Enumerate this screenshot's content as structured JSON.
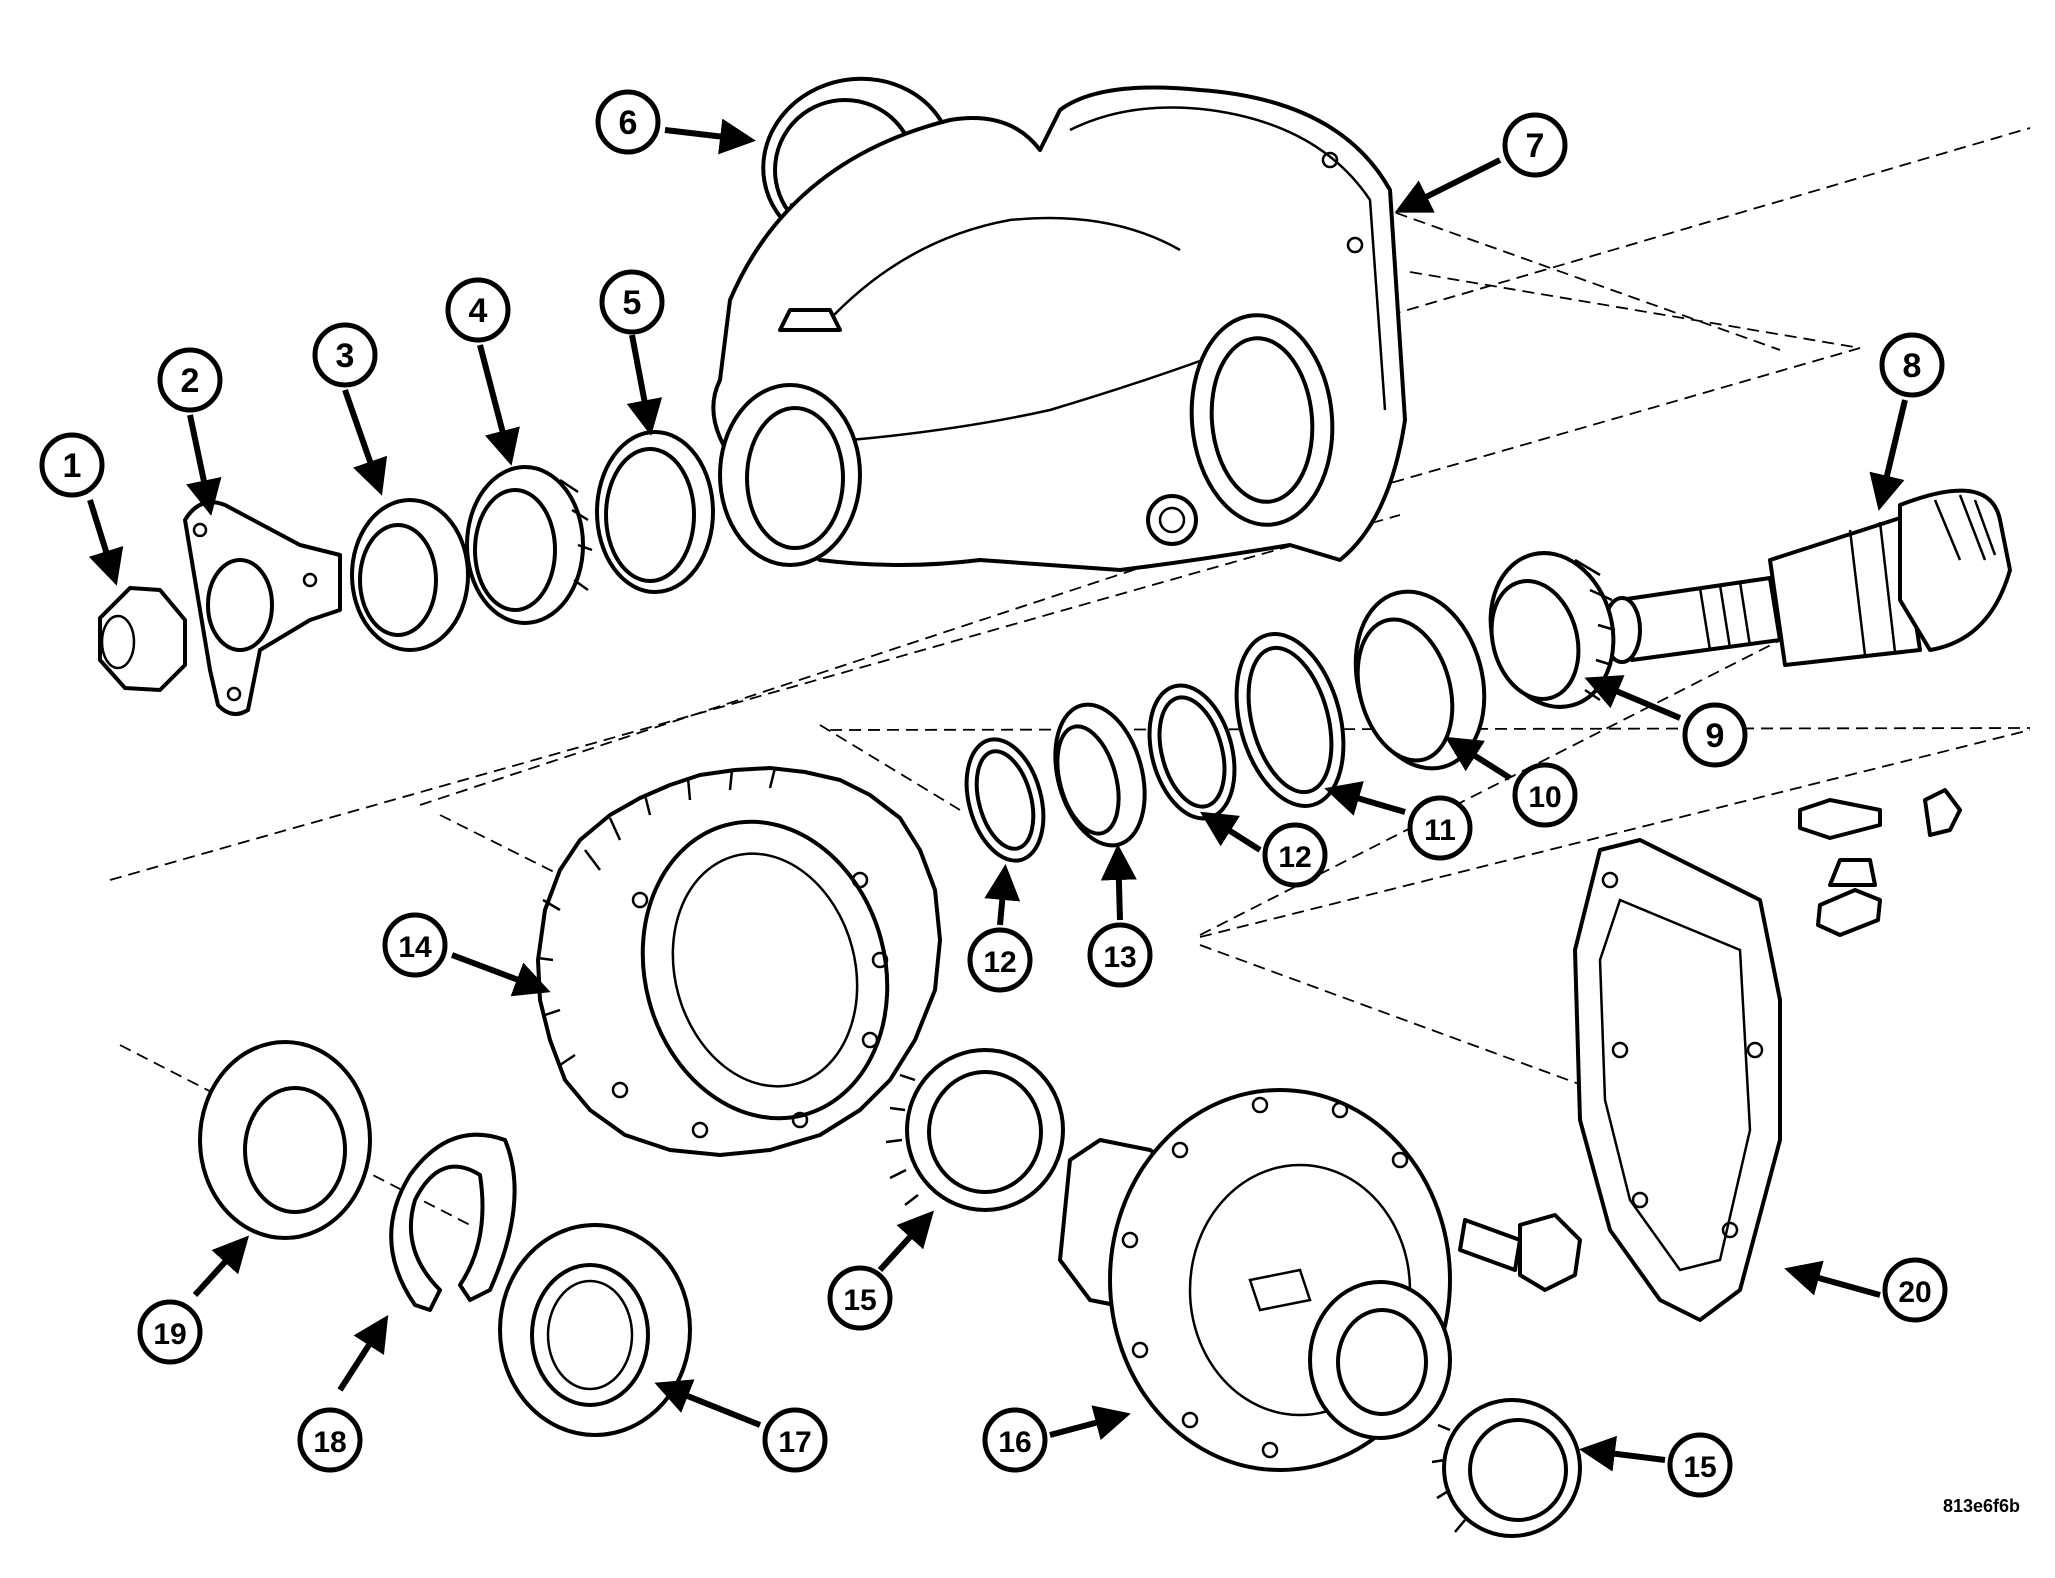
{
  "reference_code": "813e6f6b",
  "callouts": [
    "1",
    "2",
    "3",
    "4",
    "5",
    "6",
    "7",
    "8",
    "9",
    "10",
    "11",
    "12",
    "12",
    "13",
    "14",
    "15",
    "15",
    "16",
    "17",
    "18",
    "19",
    "20"
  ]
}
